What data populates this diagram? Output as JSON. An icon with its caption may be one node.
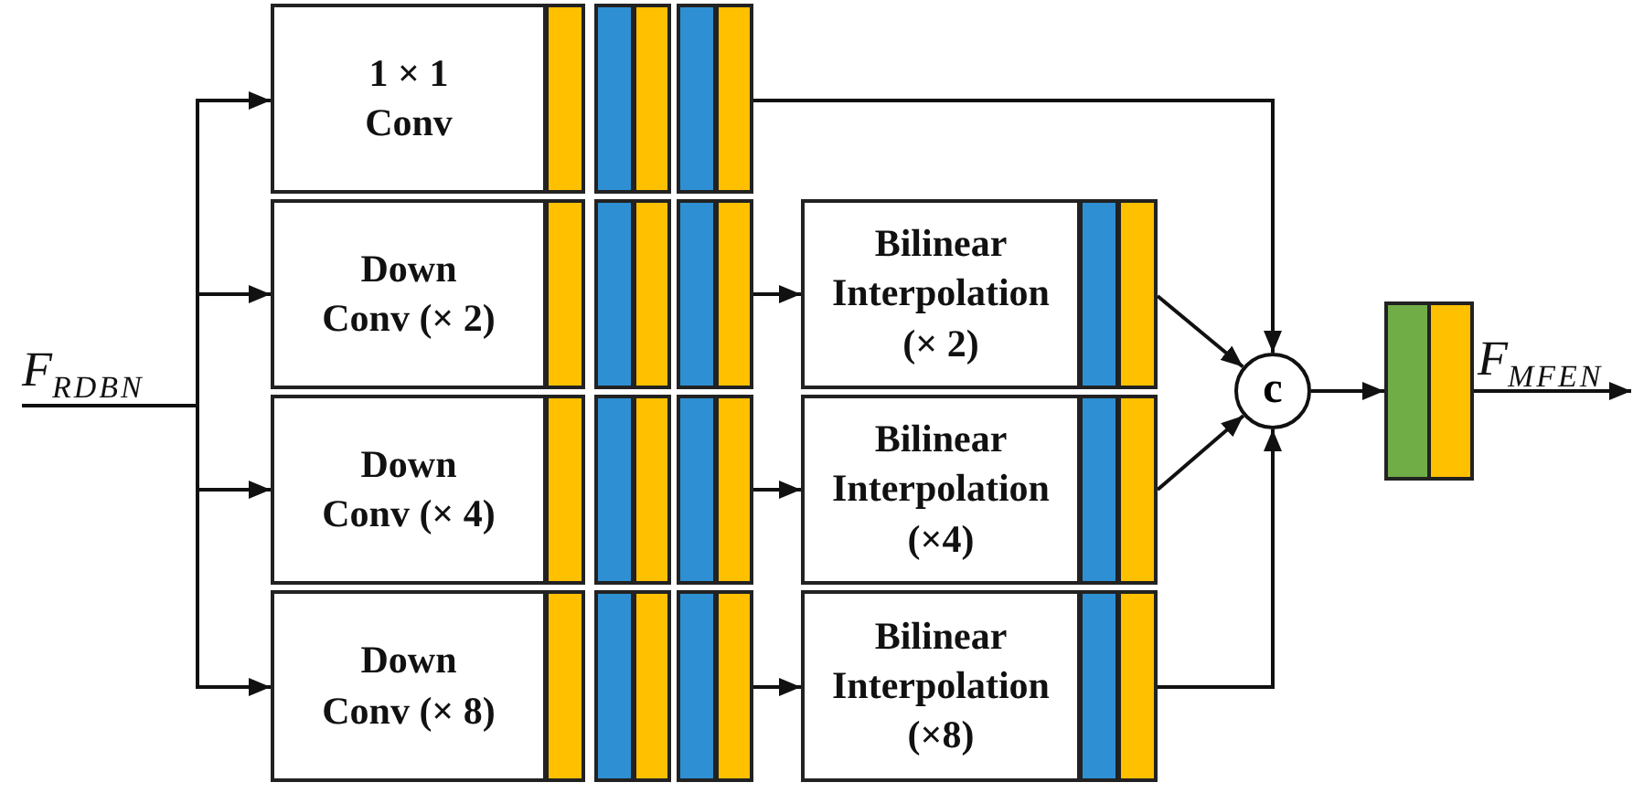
{
  "diagram": {
    "nodes": [
      {
        "text": [
          "F$_{RDBN}$"
        ]
      },
      {
        "text": [
          "1 × 1 Conv"
        ]
      },
      {
        "text": [
          "Down Conv (× 2)"
        ]
      },
      {
        "text": [
          "Down Conv (× 4)"
        ]
      },
      {
        "text": [
          "Down Conv (× 8)"
        ]
      },
      {
        "text": [
          "Bilinear Interpolation (× 2)"
        ]
      },
      {
        "text": [
          "Bilinear Interpolation (×4)"
        ]
      },
      {
        "text": [
          "Bilinear Interpolation (×8)"
        ]
      },
      {
        "text": [
          "c"
        ]
      },
      {
        "text": [],
        "shape": "box"
      },
      {
        "text": [
          "F$_{MFEN}$"
        ]
      }
    ],
    "edges": [
      {
        "from": 0,
        "to": 1,
        "arrow": "to"
      },
      {
        "from": 0,
        "to": 2,
        "arrow": "to"
      },
      {
        "from": 0,
        "to": 3,
        "arrow": "to"
      },
      {
        "from": 0,
        "to": 4,
        "arrow": "to"
      },
      {
        "from": 2,
        "to": 5,
        "arrow": "to"
      },
      {
        "from": 3,
        "to": 6,
        "arrow": "to"
      },
      {
        "from": 4,
        "to": 7,
        "arrow": "to"
      },
      {
        "from": 1,
        "to": 8,
        "arrow": "to"
      },
      {
        "from": 5,
        "to": 8,
        "arrow": "to"
      },
      {
        "from": 6,
        "to": 8,
        "arrow": "to"
      },
      {
        "from": 7,
        "to": 8,
        "arrow": "to"
      },
      {
        "from": 8,
        "to": 9,
        "arrow": "to"
      },
      {
        "from": 9,
        "to": 10,
        "arrow": "to"
      }
    ]
  }
}
